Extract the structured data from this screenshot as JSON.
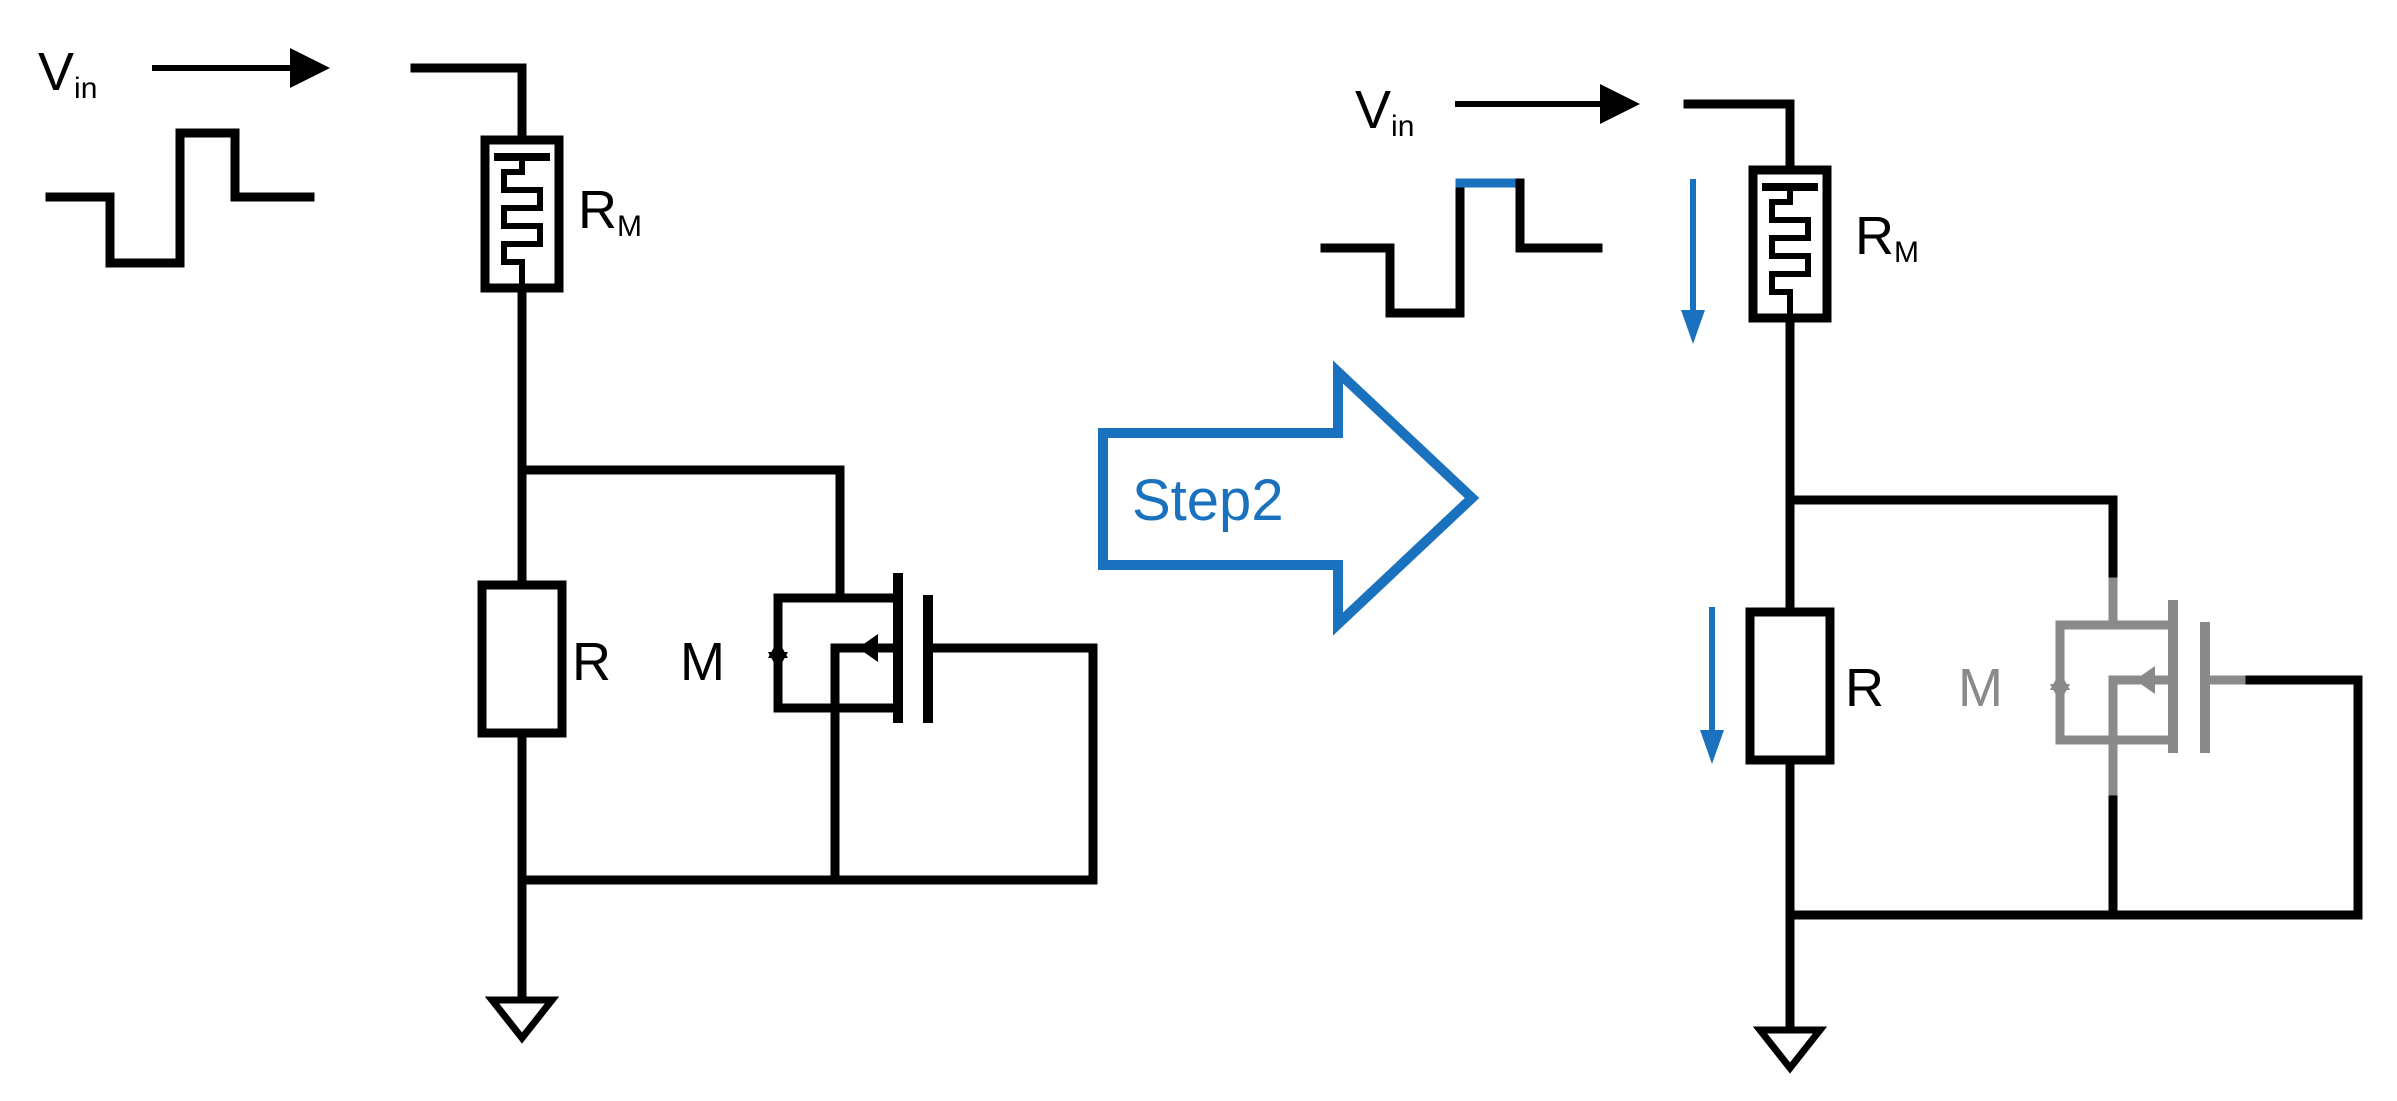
{
  "colors": {
    "wire": "#000000",
    "accent": "#1a72be",
    "muted": "#8a8a8a",
    "background": "#ffffff"
  },
  "left": {
    "vin": {
      "main": "V",
      "sub": "in"
    },
    "rm": {
      "main": "R",
      "sub": "M"
    },
    "r": "R",
    "m": "M"
  },
  "arrow": {
    "label": "Step2"
  },
  "right": {
    "vin": {
      "main": "V",
      "sub": "in"
    },
    "rm": {
      "main": "R",
      "sub": "M"
    },
    "r": "R",
    "m": "M"
  },
  "icons": [
    "arrow-right-icon",
    "square-pulse-icon",
    "memristor-icon",
    "resistor-icon",
    "mosfet-icon",
    "ground-icon",
    "current-arrow-icon"
  ]
}
